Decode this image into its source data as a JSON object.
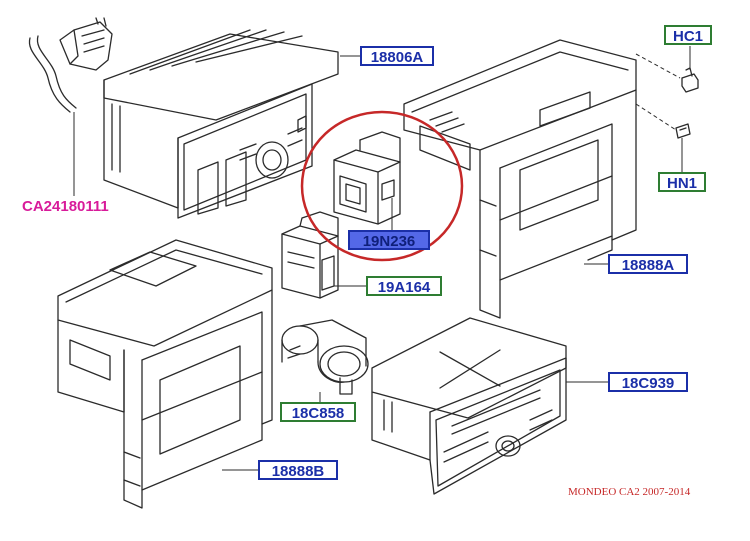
{
  "labels": {
    "radio_upper": "18806A",
    "hc1": "HC1",
    "hn1": "HN1",
    "harness": "CA24180111",
    "switch_box": "19N236",
    "switch_19a164": "19A164",
    "housing_right": "18888A",
    "radio_lower": "18C939",
    "socket": "18C858",
    "housing_left": "18888B"
  },
  "caption": "MONDEO CA2 2007-2014",
  "colors": {
    "ink": "#2b2b2b",
    "label_blue": "#1b2fa8",
    "label_green": "#2e7d32",
    "highlight": "#5468e8",
    "circle": "#c62828",
    "harness_text": "#d81b9a",
    "caption_text": "#c62828"
  }
}
